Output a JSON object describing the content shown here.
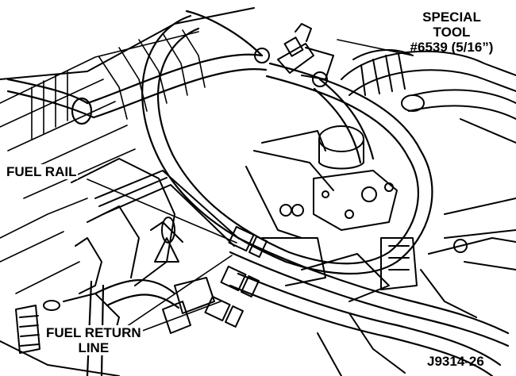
{
  "labels": {
    "special_tool_line1": "SPECIAL",
    "special_tool_line2": "TOOL",
    "special_tool_line3": "#6539 (5/16”)",
    "fuel_rail": "FUEL RAIL",
    "fuel_return_line1": "FUEL RETURN",
    "fuel_return_line2": "LINE",
    "figure_id": "J9314-26"
  },
  "colors": {
    "ink": "#000000",
    "paper": "#ffffff"
  }
}
